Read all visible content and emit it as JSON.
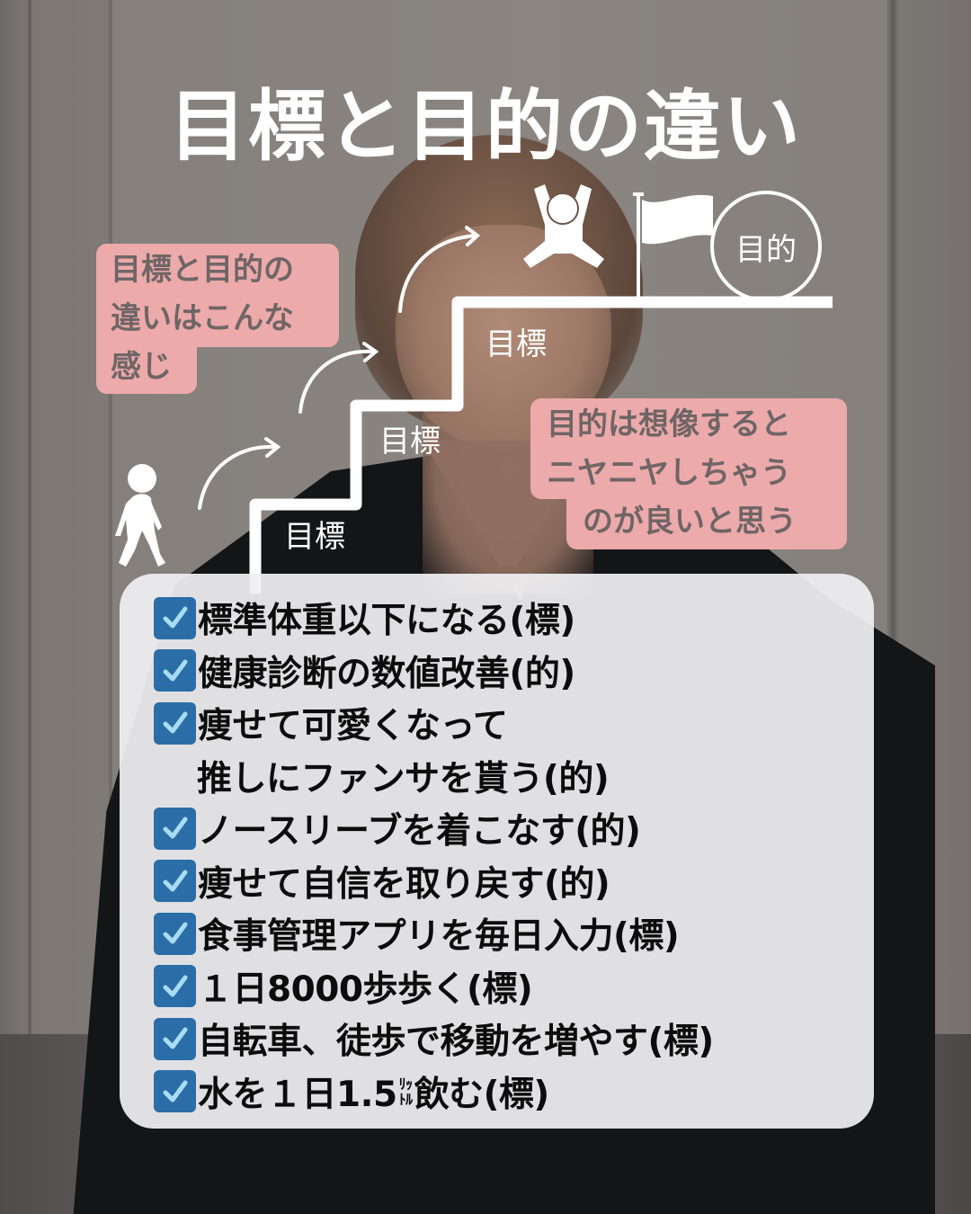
{
  "title": "目標と目的の違い",
  "callouts": {
    "left": {
      "lines": [
        "目標と目的の",
        "違いはこんな",
        "感じ"
      ]
    },
    "right": {
      "lines": [
        "目的は想像すると",
        "ニヤニヤしちゃう",
        "のが良いと思う"
      ]
    }
  },
  "diagram": {
    "step_labels": [
      "目標",
      "目標",
      "目標"
    ],
    "goal_label": "目的",
    "icons": [
      "walking-person-icon",
      "curved-arrow-icon",
      "jumping-person-icon",
      "flag-icon"
    ]
  },
  "checklist": {
    "items": [
      {
        "text": "標準体重以下になる(標)",
        "checked": true
      },
      {
        "text": "健康診断の数値改善(的)",
        "checked": true
      },
      {
        "text": "痩せて可愛くなって",
        "checked": true,
        "continuation": "推しにファンサを貰う(的)"
      },
      {
        "text": "ノースリーブを着こなす(的)",
        "checked": true
      },
      {
        "text": "痩せて自信を取り戻す(的)",
        "checked": true
      },
      {
        "text": "食事管理アプリを毎日入力(標)",
        "checked": true
      },
      {
        "text": "１日8000歩歩く(標)",
        "checked": true
      },
      {
        "text": "自転車、徒歩で移動を増やす(標)",
        "checked": true
      },
      {
        "text_before": "水を１日1.5",
        "unit_top": "ﾘｯ",
        "unit_bottom": "ﾄﾙ",
        "text_after": "飲む(標)",
        "checked": true
      }
    ]
  },
  "colors": {
    "callout_bg": "#ecaaaa",
    "callout_text": "#6f6566",
    "checkbox_bg": "#2b6ea7",
    "checkmark": "#a9dcf5",
    "panel_bg": "#f0f0f2",
    "title": "#ffffff"
  }
}
